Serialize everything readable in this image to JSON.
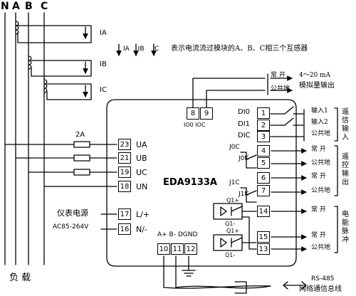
{
  "colors": {
    "line": "#000000",
    "background": "#ffffff"
  },
  "phases": {
    "a": "A",
    "b": "B",
    "c": "C",
    "n": "N"
  },
  "load_label": "负 载",
  "ct_labels": {
    "ia": "IA",
    "ib": "IB",
    "ic": "IC"
  },
  "legend": {
    "arrows": "IA IB IC",
    "text": "表示电流流过模块的A、B、C相三个互感器"
  },
  "fuse_rating": "2A",
  "power": {
    "label": "仪表电源",
    "spec": "AC85-264V"
  },
  "module": {
    "name": "EDA9133A"
  },
  "analog": {
    "terminals": {
      "t8": "8",
      "t9": "9"
    },
    "terminal_names": "IO0 IOC",
    "wire_normal": "常 开",
    "wire_common": "公共地",
    "signal": "4～20 mA",
    "signal_desc": "模拟量输出"
  },
  "inputs_side": {
    "left": {
      "ua": "UA",
      "ub": "UB",
      "uc": "UC",
      "un": "UN",
      "lp": "L/+",
      "nm": "N/-"
    },
    "numbers": {
      "t23": "23",
      "t21": "21",
      "t19": "19",
      "t18": "18",
      "t17": "17",
      "t16": "16"
    }
  },
  "di": {
    "names": {
      "di0": "DI0",
      "di1": "DI1",
      "dic": "DIC"
    },
    "numbers": {
      "t1": "1",
      "t2": "2",
      "t3": "3"
    },
    "wires": {
      "in1": "输入1",
      "in2": "输入2",
      "com": "公共地"
    },
    "group": "遥信输入"
  },
  "relays": {
    "names": {
      "j0c": "J0C",
      "j0k": "J0K",
      "j1c": "J1C",
      "j1k": "J1K"
    },
    "numbers": {
      "t4": "4",
      "t5": "5",
      "t6": "6",
      "t7": "7"
    },
    "wires": {
      "no1": "常 开",
      "com1": "公共地",
      "no2": "常 开",
      "com2": "公共地"
    },
    "group": "遥控输出"
  },
  "pulse": {
    "names": {
      "q1p": "Q1+",
      "q1m": "Q1-",
      "q2p": "Q1+",
      "q2m": "Q1-"
    },
    "numbers": {
      "t14": "14",
      "t15": "15",
      "t13": "13"
    },
    "wires": {
      "no1": "常 开",
      "no2": "常 开",
      "com": "公共地"
    },
    "group": "电能脉冲"
  },
  "comm": {
    "pins": "A+ B- DGND",
    "numbers": {
      "t10": "10",
      "t11": "11",
      "t12": "12"
    },
    "bus_name": "RS-485",
    "bus_desc": "网络通信总线"
  }
}
